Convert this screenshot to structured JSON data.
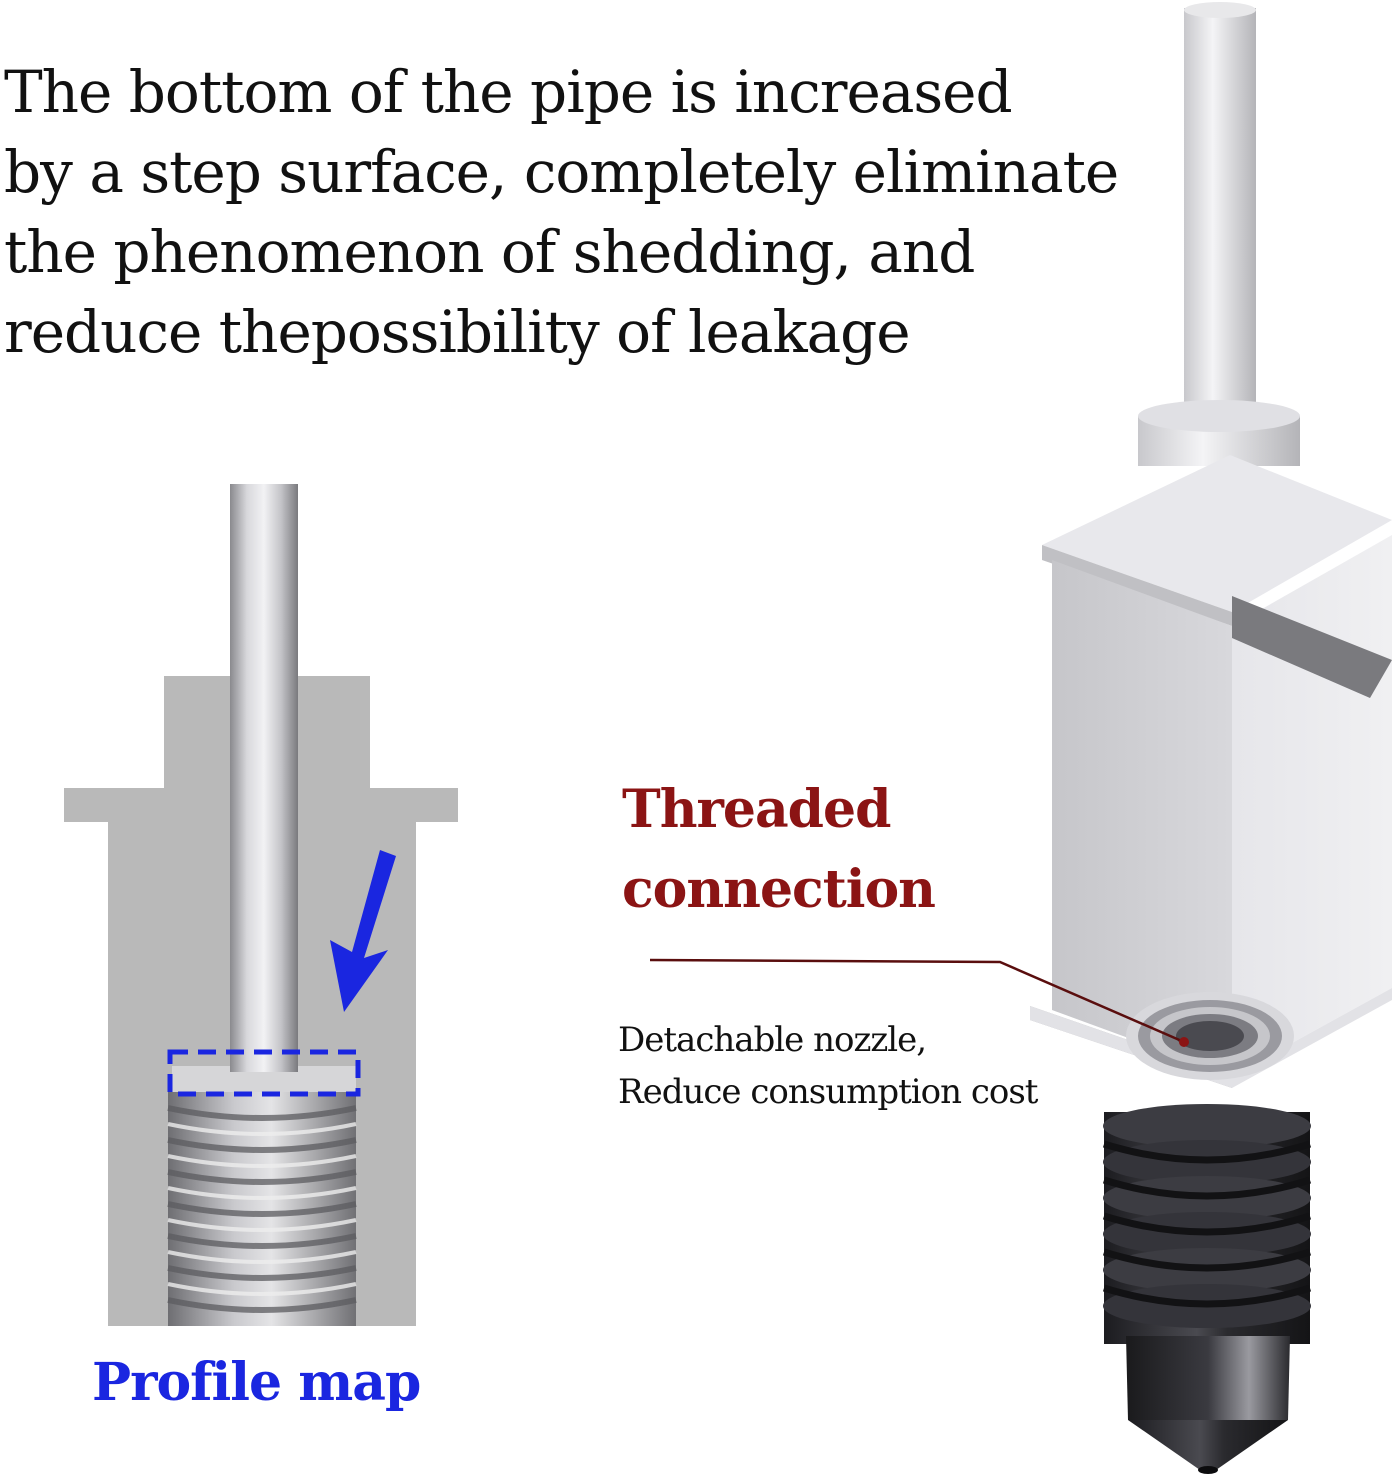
{
  "headline": {
    "lines": [
      "The bottom of the pipe is increased",
      "by a step surface, completely eliminate",
      "the phenomenon of shedding, and",
      "reduce thepossibility of leakage"
    ]
  },
  "profile_diagram": {
    "caption": "Profile map"
  },
  "product_callouts": {
    "threaded": [
      "Threaded",
      "connection"
    ],
    "nozzle": [
      "Detachable nozzle,",
      "Reduce consumption cost"
    ]
  },
  "colors": {
    "profile_blue": "#1a26e0",
    "threaded_red": "#8b1414",
    "body_gray": "#b8b8b8",
    "block_silver": "#d4d4d8",
    "nozzle_black": "#2a2a2e"
  }
}
